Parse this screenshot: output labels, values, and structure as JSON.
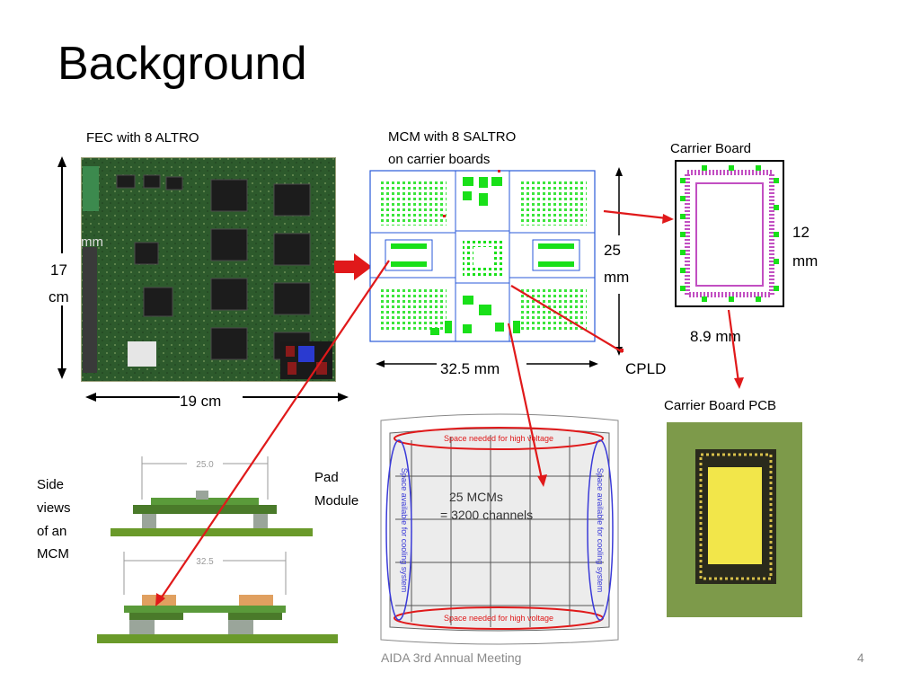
{
  "slide": {
    "title": "Background",
    "footer": "AIDA 3rd Annual Meeting",
    "page_number": "4"
  },
  "fec": {
    "caption": "FEC with 8 ALTRO",
    "height_label_value": "17",
    "height_label_unit": "cm",
    "width_label": "19 cm",
    "stray_label": "mm"
  },
  "mcm": {
    "caption_line1": "MCM with 8 SALTRO",
    "caption_line2": "on carrier boards",
    "height_value": "25",
    "height_unit": "mm",
    "width_label": "32.5 mm",
    "cpld_label": "CPLD"
  },
  "carrier": {
    "caption": "Carrier Board",
    "height_value": "12",
    "height_unit": "mm",
    "width_label": "8.9 mm",
    "pcb_caption": "Carrier Board PCB"
  },
  "side": {
    "line1": "Side",
    "line2": "views",
    "line3": "of an",
    "line4": "MCM",
    "dim_top": "25.0",
    "dim_bottom": "32.5"
  },
  "pad": {
    "line1": "Pad",
    "line2": "Module",
    "top_note": "Space needed for high voltage",
    "bottom_note": "Space needed for high voltage",
    "left_note": "Space available for cooling system",
    "right_note": "Space available for cooling system",
    "center_line1": "25 MCMs",
    "center_line2": "= 3200 channels"
  },
  "colors": {
    "arrow": "#e0191a",
    "board_green": "#2f5a2a",
    "pcb_green": "#7d9a4a",
    "mcm_green": "#19e019",
    "carrier_magenta": "#c24fc2"
  }
}
